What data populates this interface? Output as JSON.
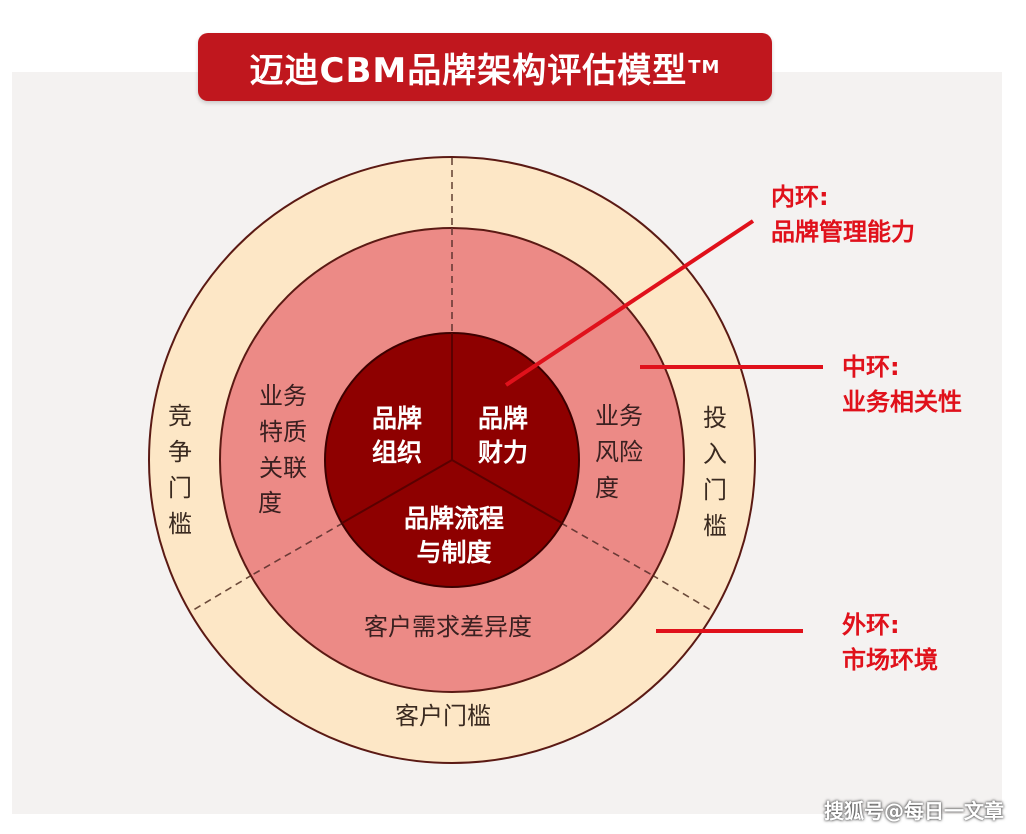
{
  "title": {
    "text": "迈迪CBM品牌架构评估模型",
    "trademark": "TM"
  },
  "inner_ring": {
    "segments": [
      {
        "id": "org",
        "lines": [
          "品牌",
          "组织"
        ]
      },
      {
        "id": "finance",
        "lines": [
          "品牌",
          "财力"
        ]
      },
      {
        "id": "process",
        "lines": [
          "品牌流程",
          "与制度"
        ]
      }
    ]
  },
  "middle_ring": {
    "segments": [
      {
        "id": "business-traits",
        "lines": [
          "业务",
          "特质",
          "关联",
          "度"
        ]
      },
      {
        "id": "business-risk",
        "lines": [
          "业务",
          "风险",
          "度"
        ]
      },
      {
        "id": "customer-demand",
        "lines": [
          "客户需求差异度"
        ]
      }
    ]
  },
  "outer_ring": {
    "segments": [
      {
        "id": "competition",
        "chars": [
          "竞",
          "争",
          "门",
          "槛"
        ]
      },
      {
        "id": "investment",
        "chars": [
          "投",
          "入",
          "门",
          "槛"
        ]
      },
      {
        "id": "customer",
        "chars": [
          "客户门槛"
        ]
      }
    ]
  },
  "callouts": [
    {
      "id": "inner",
      "label": "内环:",
      "desc": "品牌管理能力"
    },
    {
      "id": "middle",
      "label": "中环:",
      "desc": "业务相关性"
    },
    {
      "id": "outer",
      "label": "外环:",
      "desc": "市场环境"
    }
  ],
  "watermark": "搜狐号@每日一文章",
  "colors": {
    "title_bg": "#c0171e",
    "outer": "#fde7c6",
    "middle": "#ec8a86",
    "inner": "#8e0000",
    "accent": "#e0111b"
  }
}
